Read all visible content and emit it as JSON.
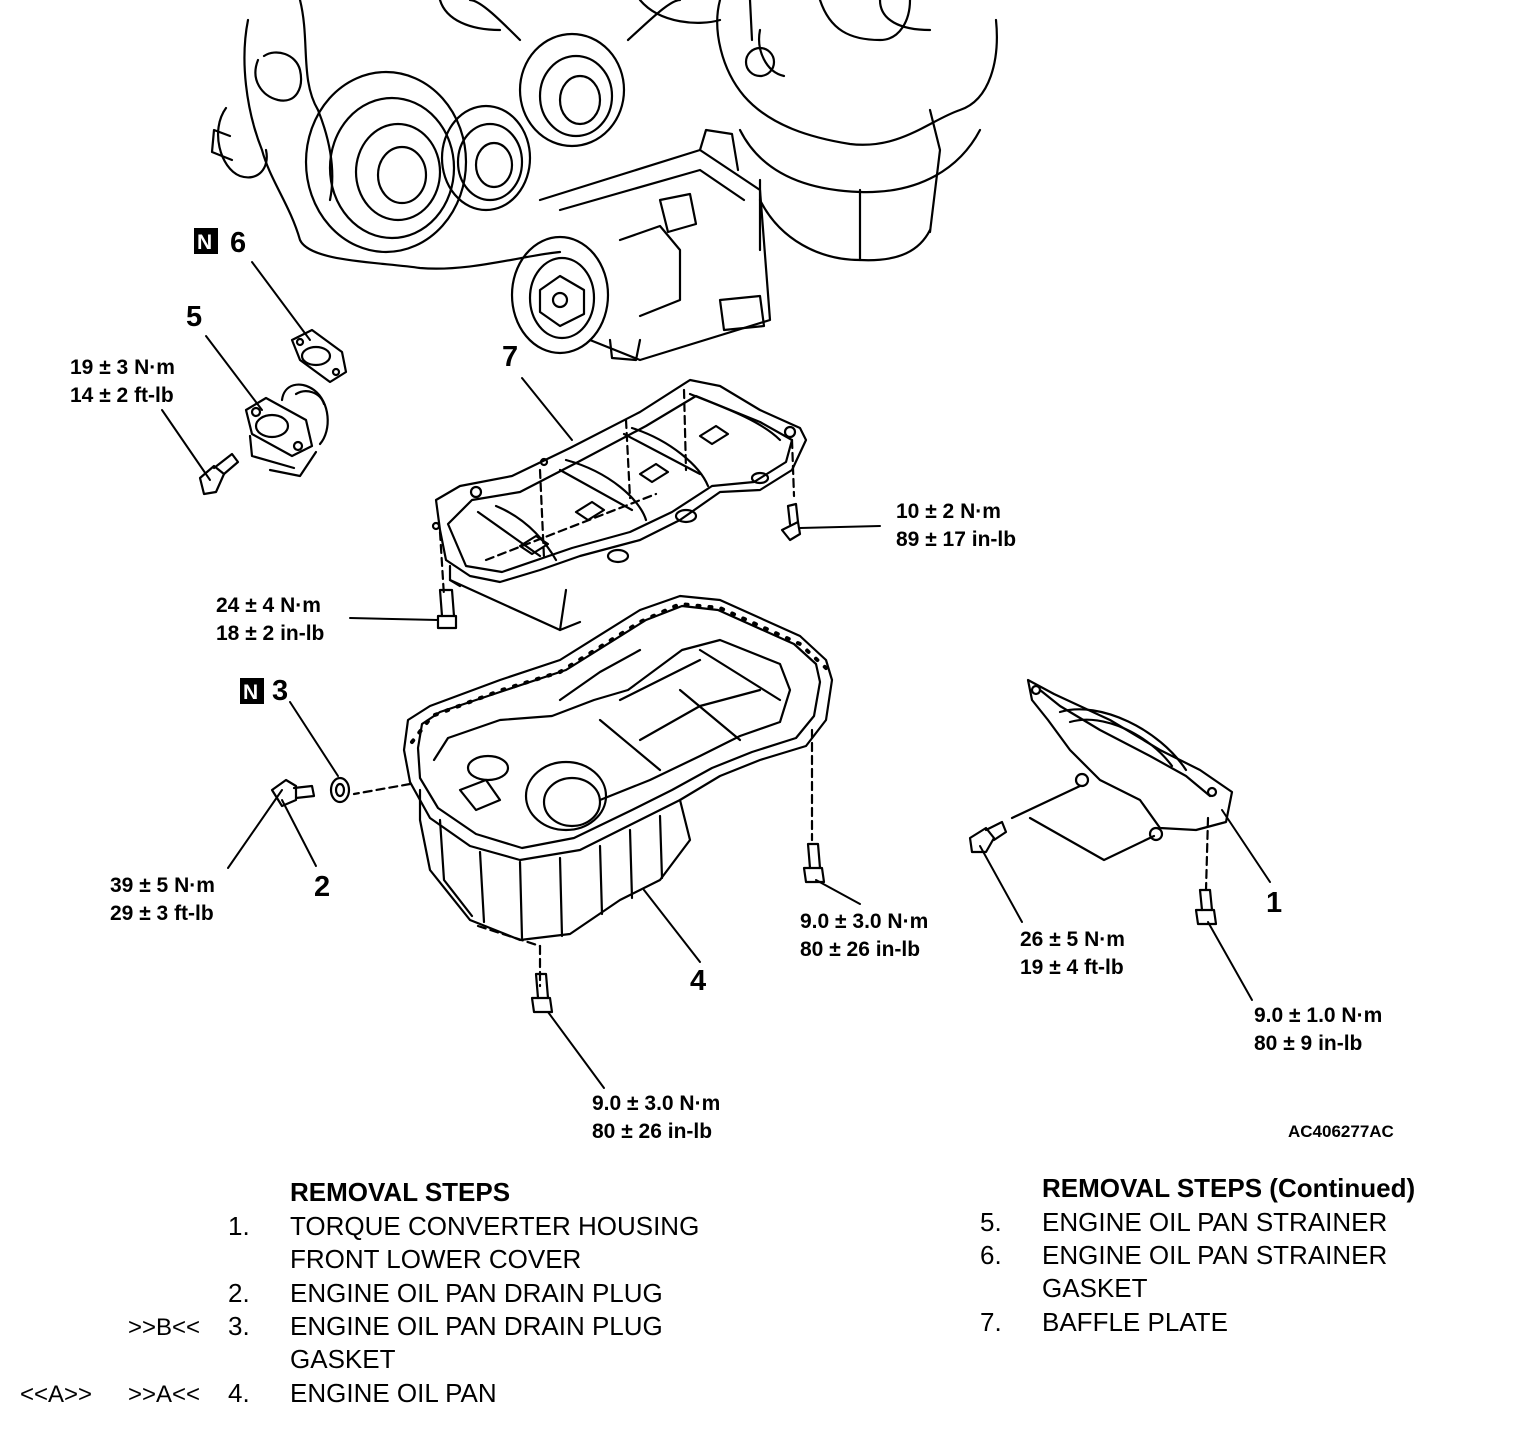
{
  "figure_code": "AC406277AC",
  "callouts": {
    "c1": "1",
    "c2": "2",
    "c3": "3",
    "c4": "4",
    "c5": "5",
    "c6": "6",
    "c7": "7",
    "new_part_badge": "N"
  },
  "torques": {
    "t_strainer": [
      "19 ± 3 N·m",
      "14 ± 2 ft-lb"
    ],
    "t_baffle_right": [
      "10 ± 2 N·m",
      "89 ± 17 in-lb"
    ],
    "t_baffle_left": [
      "24 ± 4 N·m",
      "18 ± 2 in-lb"
    ],
    "t_drain": [
      "39 ± 5 N·m",
      "29 ± 3 ft-lb"
    ],
    "t_pan_side": [
      "9.0 ± 3.0 N·m",
      "80 ± 26 in-lb"
    ],
    "t_pan_bottom": [
      "9.0 ± 3.0 N·m",
      "80 ± 26 in-lb"
    ],
    "t_cover_bolt": [
      "26 ± 5 N·m",
      "19 ± 4 ft-lb"
    ],
    "t_cover_lower": [
      "9.0 ± 1.0 N·m",
      "80 ± 9 in-lb"
    ]
  },
  "removal_steps": {
    "heading": "REMOVAL STEPS",
    "steps": [
      {
        "num": "1.",
        "lines": [
          "TORQUE CONVERTER HOUSING",
          "FRONT LOWER COVER"
        ],
        "marks": ""
      },
      {
        "num": "2.",
        "lines": [
          "ENGINE OIL PAN DRAIN PLUG"
        ],
        "marks": ""
      },
      {
        "num": "3.",
        "lines": [
          "ENGINE OIL PAN DRAIN PLUG",
          "GASKET"
        ],
        "marks": ">>B<<"
      },
      {
        "num": "4.",
        "lines": [
          "ENGINE OIL PAN"
        ],
        "marks": ">>A<<",
        "remove_mark": "<<A>>"
      }
    ]
  },
  "removal_steps_continued": {
    "heading": "REMOVAL STEPS (Continued)",
    "steps": [
      {
        "num": "5.",
        "lines": [
          "ENGINE OIL PAN STRAINER"
        ]
      },
      {
        "num": "6.",
        "lines": [
          "ENGINE OIL PAN STRAINER",
          "GASKET"
        ]
      },
      {
        "num": "7.",
        "lines": [
          "BAFFLE PLATE"
        ]
      }
    ]
  }
}
